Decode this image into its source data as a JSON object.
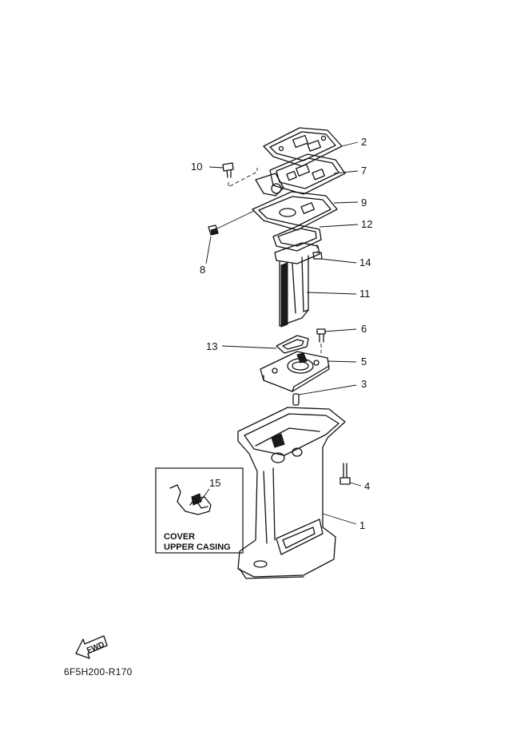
{
  "diagram": {
    "callouts": [
      "2",
      "10",
      "7",
      "9",
      "12",
      "8",
      "14",
      "11",
      "6",
      "13",
      "5",
      "3",
      "15",
      "4",
      "1"
    ],
    "inset": {
      "callout": "15",
      "label_line1": "COVER",
      "label_line2": "UPPER CASING"
    },
    "fwd_arrow_label": "FWD",
    "drawing_code": "6F5H200-R170"
  }
}
